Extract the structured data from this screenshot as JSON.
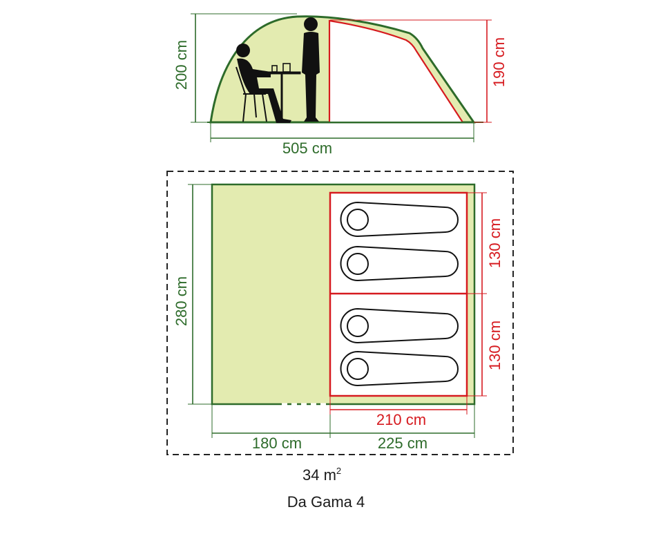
{
  "side_view": {
    "height_outer": "200 cm",
    "height_inner": "190 cm",
    "length": "505 cm"
  },
  "floor_plan": {
    "width": "280 cm",
    "bedroom_upper_width": "130 cm",
    "bedroom_lower_width": "130 cm",
    "bedroom_depth": "210 cm",
    "living_length": "180 cm",
    "bedroom_section_length": "225 cm"
  },
  "area": {
    "value": "34 m",
    "unit_superscript": "2"
  },
  "model_name": "Da Gama 4",
  "colors": {
    "tent_fill": "#e3ebb0",
    "tent_outline": "#2d6b2a",
    "inner_tent": "#d61a1f",
    "figures": "#111111",
    "dashed_border": "#222222"
  }
}
